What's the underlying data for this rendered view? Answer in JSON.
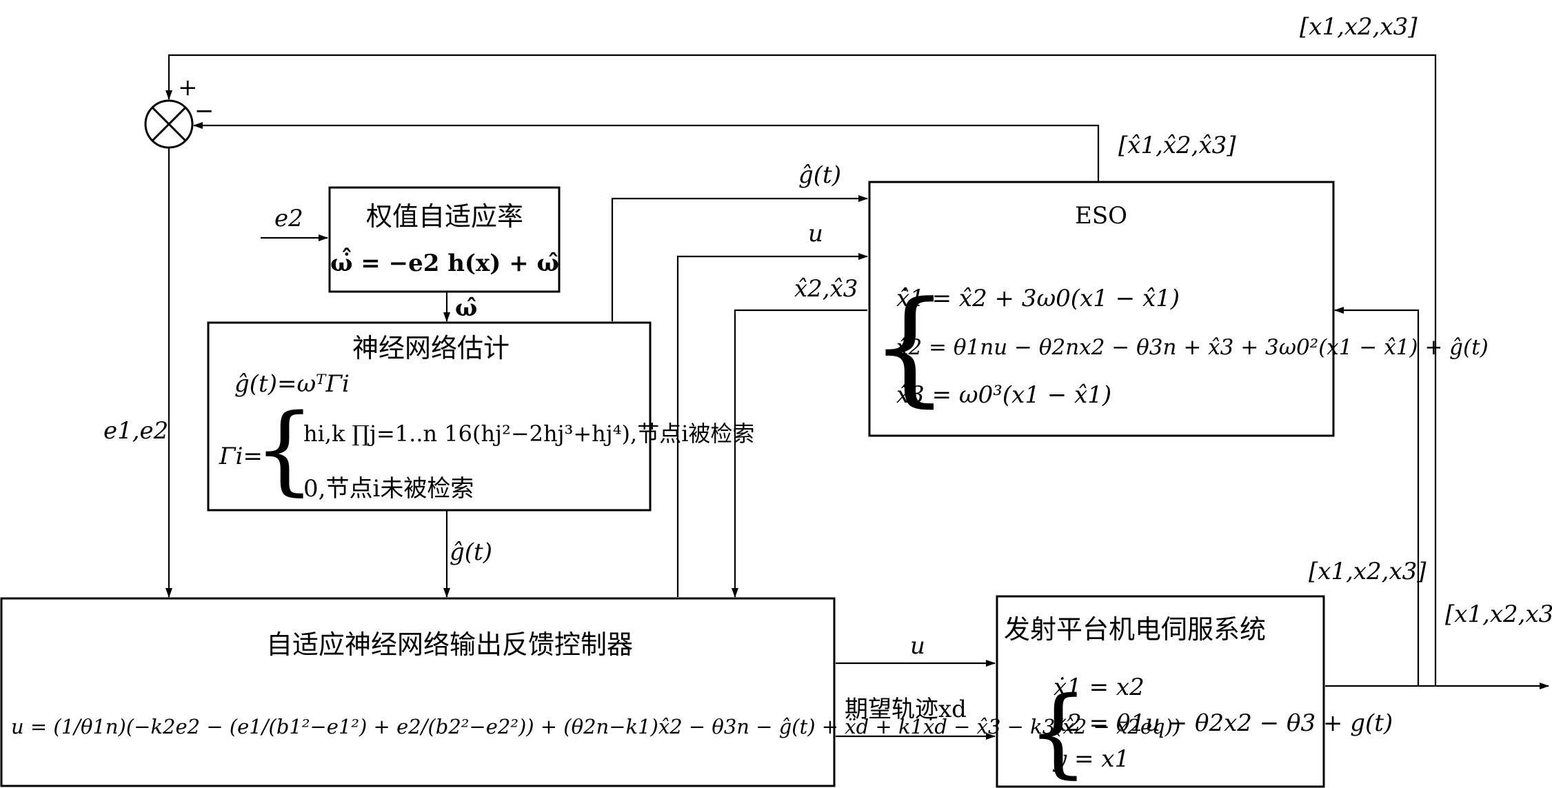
{
  "signals": {
    "top_state": "[x1,x2,x3]",
    "eso_state": "[x̂1,x̂2,x̂3]",
    "plant_state_left": "[x1,x2,x3]",
    "plant_state_right": "[x1,x2,x3]",
    "sum_plus": "+",
    "sum_minus": "−",
    "errors": "e1,e2",
    "e2": "e2",
    "omega_hat": "ω̂",
    "g_hat_nn": "ĝ(t)",
    "g_hat_eso": "ĝ(t)",
    "u_to_eso": "u",
    "x2x3_hat": "x̂2,x̂3",
    "u_to_plant": "u",
    "desired": "期望轨迹xd"
  },
  "weight_block": {
    "title": "权值自适应率",
    "eq": "ω̇̂ = −e2 h(x) + ω̂"
  },
  "nn_block": {
    "title": "神经网络估计",
    "eq1": "ĝ(t)=ωᵀΓi",
    "gamma_lhs": "Γi=",
    "case1": "hi,k ∏j=1..n 16(hj²−2hj³+hj⁴),节点i被检索",
    "case2": "0,节点i未被检索"
  },
  "eso_block": {
    "title": "ESO",
    "eq1": "x̂̇1 = x̂2 + 3ω0(x1 − x̂1)",
    "eq2": "x̂̇2 = θ1nu − θ2nx2 − θ3n + x̂3 + 3ω0²(x1 − x̂1) + ĝ(t)",
    "eq3": "x̂̇3 = ω0³(x1 − x̂1)"
  },
  "controller_block": {
    "title": "自适应神经网络输出反馈控制器",
    "eq": "u = (1/θ1n)(−k2e2 − (e1/(b1²−e1²) + e2/(b2²−e2²)) + (θ2n−k1)x̂2 − θ3n − ĝ(t) + ẍd + k1ẋd − x̂3 − k3(x̂2 − x2eq))"
  },
  "plant_block": {
    "title": "发射平台机电伺服系统",
    "eq1": "ẋ1 = x2",
    "eq2": "x2 = θ1u − θ2x2 − θ3 + g(t)",
    "eq3": "y = x1"
  }
}
